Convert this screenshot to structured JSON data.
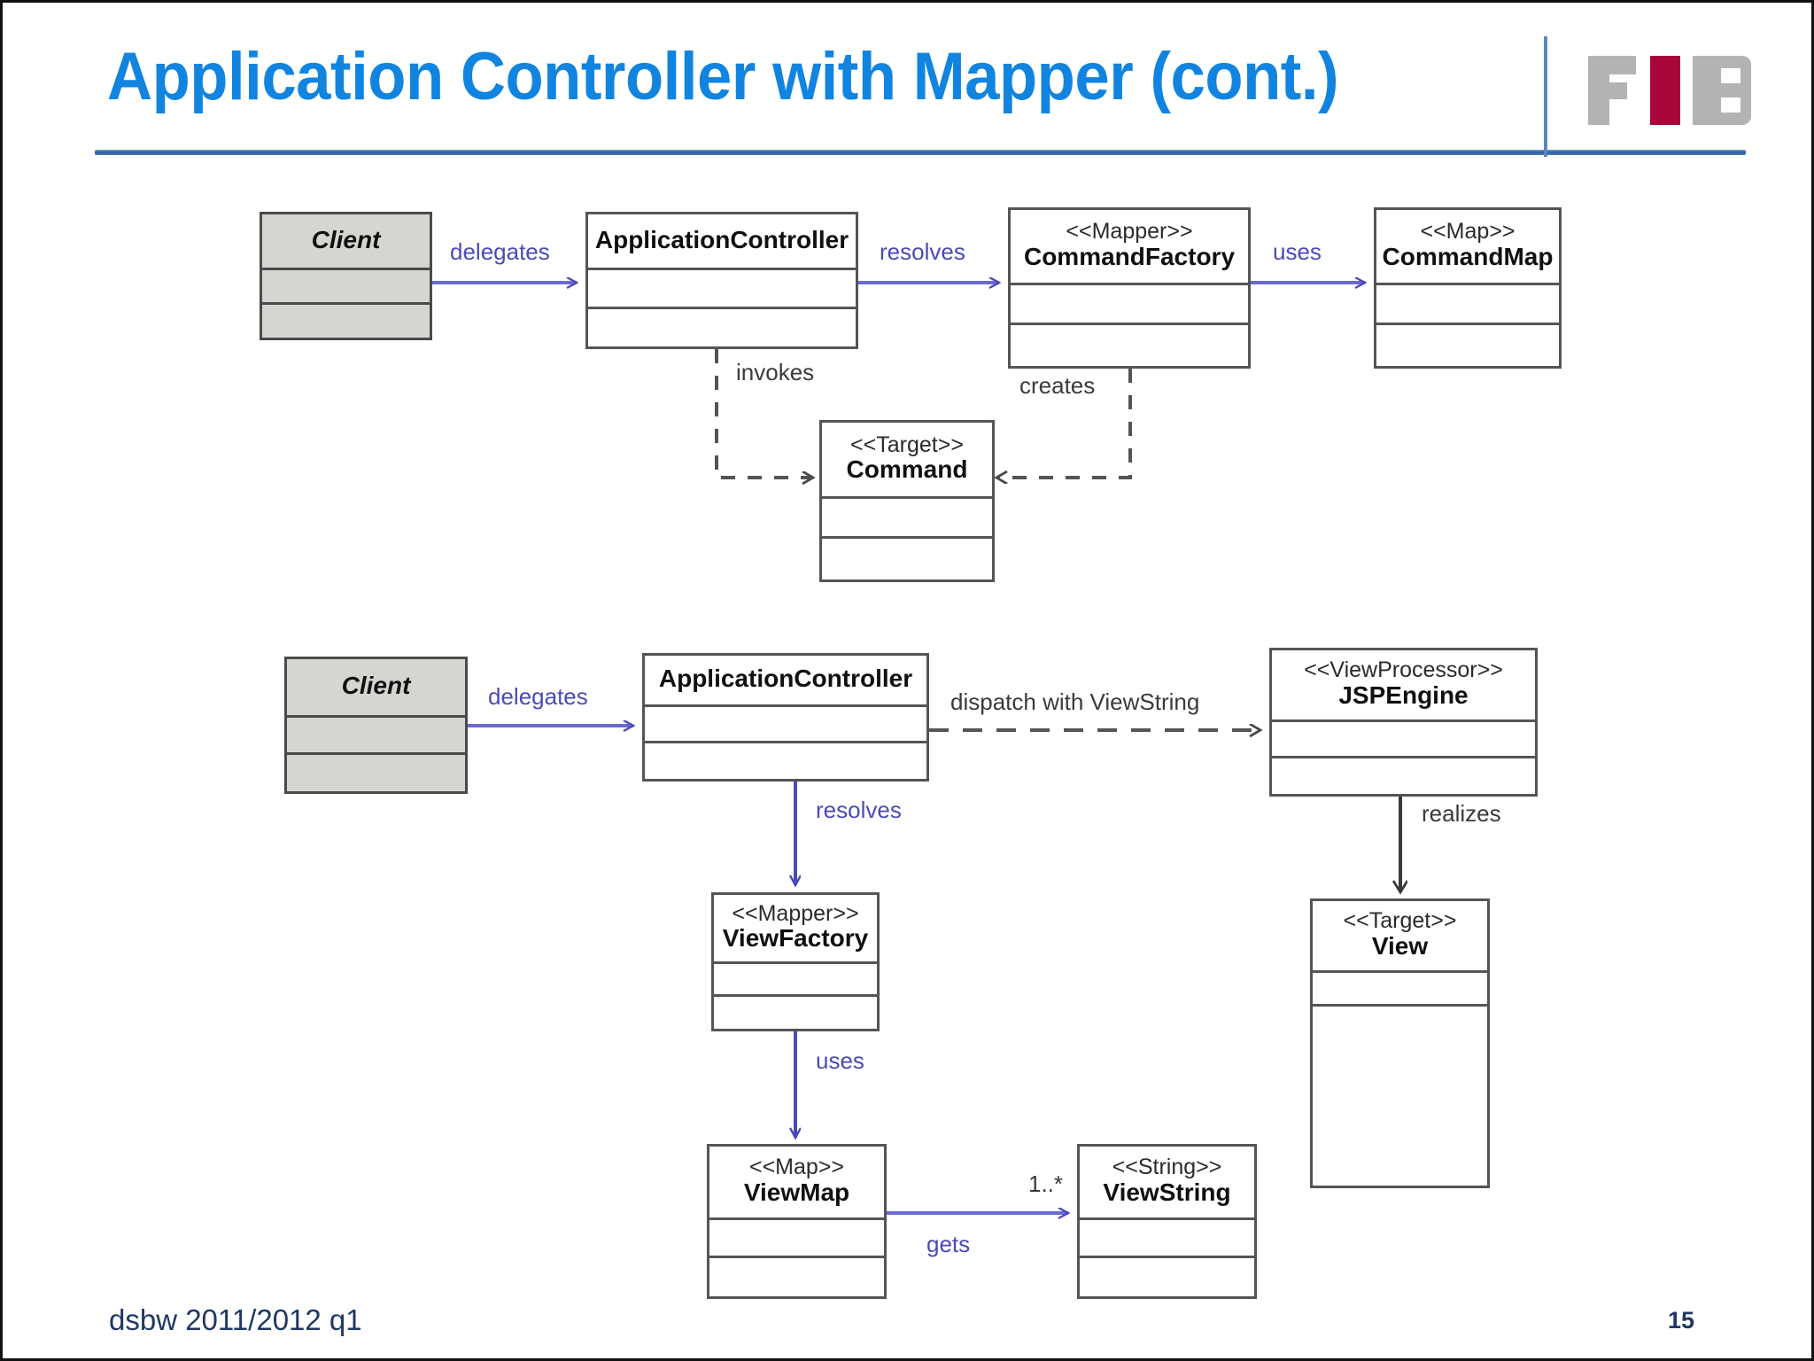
{
  "slide": {
    "title": "Application Controller with Mapper (cont.)",
    "footer": "dsbw  2011/2012 q1",
    "page_number": "15",
    "colors": {
      "title_blue": "#1184e0",
      "rule_blue": "#2a5f9e",
      "divider_blue": "#5b86bd",
      "footer_navy": "#1f3864",
      "association_purple": "#4a4ab8",
      "dependency_gray": "#3a3a3a",
      "class_border": "#555555",
      "class_fill": "#ffffff",
      "actor_fill": "#d5d5d1",
      "logo_gray": "#b3b3b3",
      "logo_crimson": "#a8063a"
    }
  },
  "logo": {
    "name": "fib-logo",
    "letters": [
      "F",
      "I",
      "B"
    ]
  },
  "diagram_top": {
    "classes": [
      {
        "id": "client1",
        "stereotype": "",
        "name": "Client",
        "italic": true,
        "shaded": true
      },
      {
        "id": "appctrl1",
        "stereotype": "",
        "name": "ApplicationController",
        "italic": false,
        "shaded": false
      },
      {
        "id": "cmdfactory",
        "stereotype": "<<Mapper>>",
        "name": "CommandFactory",
        "italic": false,
        "shaded": false
      },
      {
        "id": "cmdmap",
        "stereotype": "<<Map>>",
        "name": "CommandMap",
        "italic": false,
        "shaded": false
      },
      {
        "id": "command",
        "stereotype": "<<Target>>",
        "name": "Command",
        "italic": false,
        "shaded": false
      }
    ],
    "edges": [
      {
        "id": "e1",
        "label": "delegates",
        "kind": "association",
        "from": "client1",
        "to": "appctrl1"
      },
      {
        "id": "e2",
        "label": "resolves",
        "kind": "association",
        "from": "appctrl1",
        "to": "cmdfactory"
      },
      {
        "id": "e3",
        "label": "uses",
        "kind": "association",
        "from": "cmdfactory",
        "to": "cmdmap"
      },
      {
        "id": "e4",
        "label": "invokes",
        "kind": "dependency",
        "from": "appctrl1",
        "to": "command"
      },
      {
        "id": "e5",
        "label": "creates",
        "kind": "dependency",
        "from": "cmdfactory",
        "to": "command"
      }
    ]
  },
  "diagram_bottom": {
    "classes": [
      {
        "id": "client2",
        "stereotype": "",
        "name": "Client",
        "italic": true,
        "shaded": true
      },
      {
        "id": "appctrl2",
        "stereotype": "",
        "name": "ApplicationController",
        "italic": false,
        "shaded": false
      },
      {
        "id": "jspengine",
        "stereotype": "<<ViewProcessor>>",
        "name": "JSPEngine",
        "italic": false,
        "shaded": false
      },
      {
        "id": "viewfactory",
        "stereotype": "<<Mapper>>",
        "name": "ViewFactory",
        "italic": false,
        "shaded": false
      },
      {
        "id": "view",
        "stereotype": "<<Target>>",
        "name": "View",
        "italic": false,
        "shaded": false
      },
      {
        "id": "viewmap",
        "stereotype": "<<Map>>",
        "name": "ViewMap",
        "italic": false,
        "shaded": false
      },
      {
        "id": "viewstring",
        "stereotype": "<<String>>",
        "name": "ViewString",
        "italic": false,
        "shaded": false
      }
    ],
    "edges": [
      {
        "id": "f1",
        "label": "delegates",
        "kind": "association",
        "from": "client2",
        "to": "appctrl2"
      },
      {
        "id": "f2",
        "label": "dispatch with ViewString",
        "kind": "dependency",
        "from": "appctrl2",
        "to": "jspengine"
      },
      {
        "id": "f3",
        "label": "resolves",
        "kind": "association",
        "from": "appctrl2",
        "to": "viewfactory"
      },
      {
        "id": "f4",
        "label": "realizes",
        "kind": "generalization",
        "from": "jspengine",
        "to": "view"
      },
      {
        "id": "f5",
        "label": "uses",
        "kind": "association",
        "from": "viewfactory",
        "to": "viewmap"
      },
      {
        "id": "f6",
        "label": "gets",
        "kind": "association",
        "from": "viewmap",
        "to": "viewstring"
      }
    ],
    "multiplicity": {
      "id": "m1",
      "label": "1..*",
      "on_edge": "f6"
    }
  }
}
